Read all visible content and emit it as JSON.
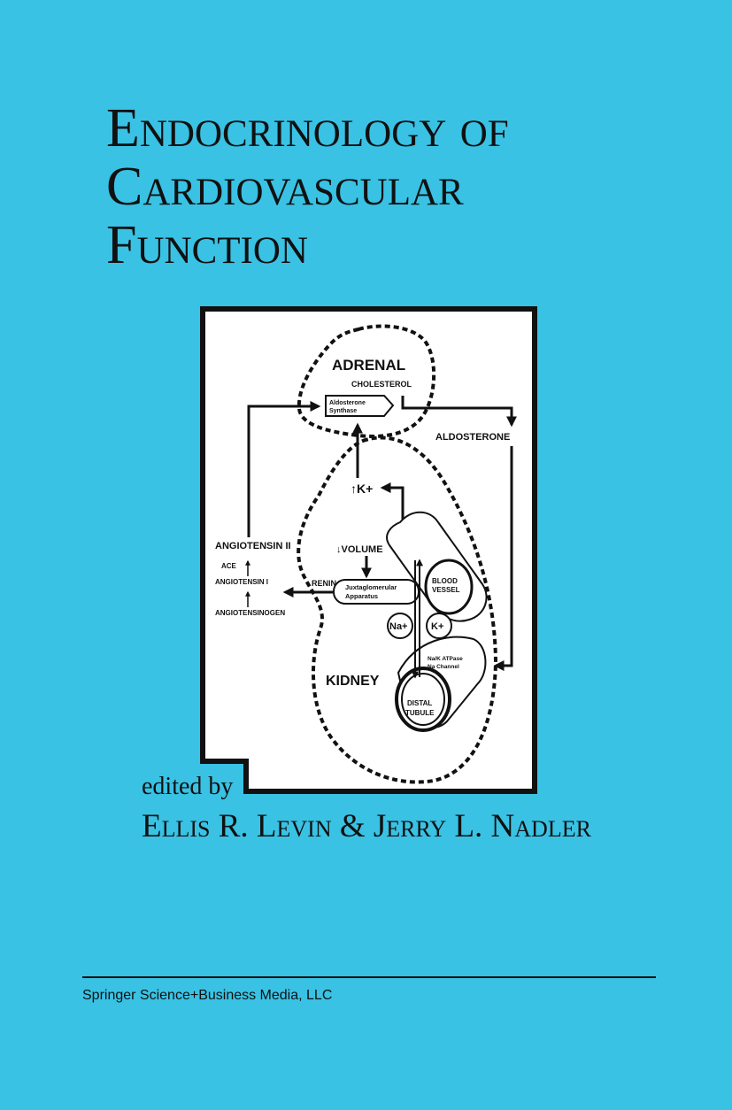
{
  "cover": {
    "title_lines": [
      "Endocrinology of",
      "Cardiovascular",
      "Function"
    ],
    "edited_by": "edited by",
    "editors": "Ellis R. Levin & Jerry L. Nadler",
    "publisher": "Springer Science+Business Media, LLC"
  },
  "diagram": {
    "labels": {
      "adrenal": "ADRENAL",
      "cholesterol": "CHOLESTEROL",
      "aldosterone_synthase_1": "Aldosterone",
      "aldosterone_synthase_2": "Synthase",
      "aldosterone": "ALDOSTERONE",
      "k_plus_top": "↑K+",
      "volume": "↓VOLUME",
      "angiotensin_ii": "ANGIOTENSIN II",
      "ace": "ACE",
      "angiotensin_i": "ANGIOTENSIN I",
      "renin": "RENIN",
      "angiotensinogen": "ANGIOTENSINOGEN",
      "juxta_1": "Juxtaglomerular",
      "juxta_2": "Apparatus",
      "blood_vessel_1": "BLOOD",
      "blood_vessel_2": "VESSEL",
      "na_plus": "Na+",
      "k_plus": "K+",
      "kidney": "KIDNEY",
      "nak_1": "Na/K ATPase",
      "nak_2": "Na Channel",
      "distal_1": "DISTAL",
      "distal_2": "TUBULE"
    }
  }
}
